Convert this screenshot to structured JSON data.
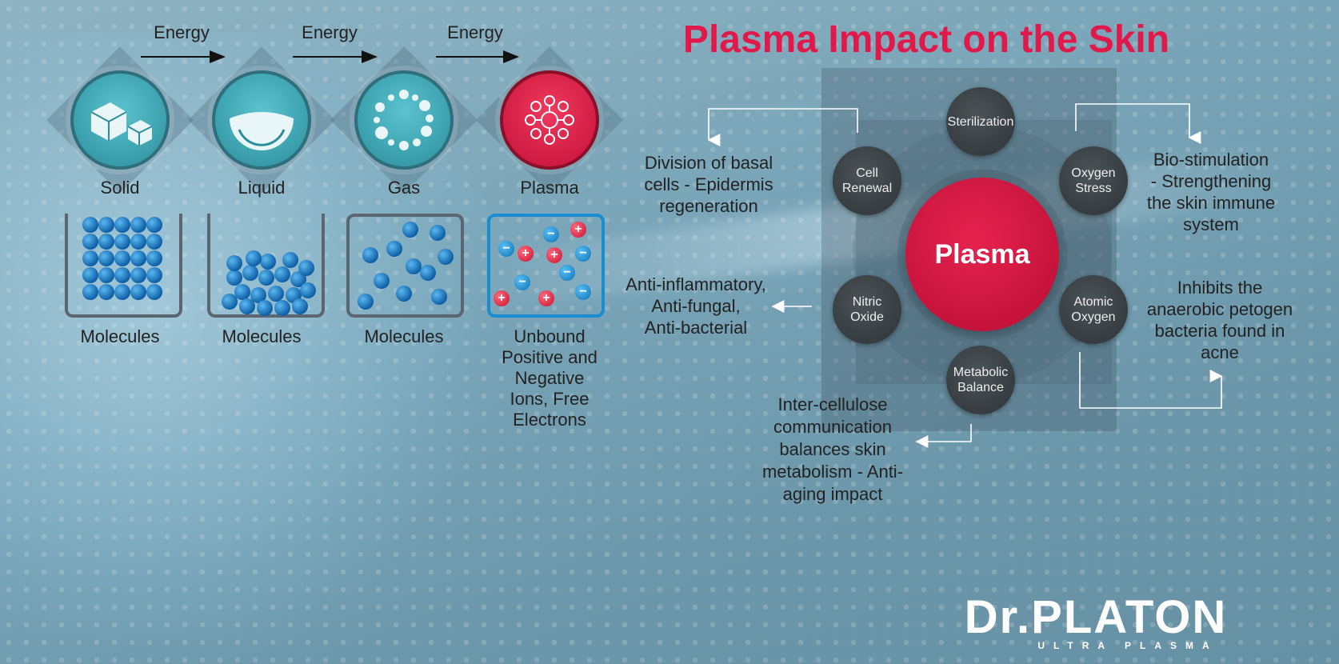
{
  "title": "Plasma Impact on the Skin",
  "energy_label": [
    "Energy",
    "Energy",
    "Energy"
  ],
  "states": [
    {
      "name": "Solid",
      "caption": "Molecules"
    },
    {
      "name": "Liquid",
      "caption": "Molecules"
    },
    {
      "name": "Gas",
      "caption": "Molecules"
    },
    {
      "name": "Plasma",
      "caption": [
        "Unbound",
        "Positive and",
        "Negative",
        "Ions, Free",
        "Electrons"
      ]
    }
  ],
  "ion_signs": {
    "positive": "+",
    "negative": "−"
  },
  "center": "Plasma",
  "nodes": [
    {
      "label": [
        "Sterilization"
      ]
    },
    {
      "label": [
        "Cell",
        "Renewal"
      ]
    },
    {
      "label": [
        "Oxygen",
        "Stress"
      ]
    },
    {
      "label": [
        "Nitric",
        "Oxide"
      ]
    },
    {
      "label": [
        "Atomic",
        "Oxygen"
      ]
    },
    {
      "label": [
        "Metabolic",
        "Balance"
      ]
    }
  ],
  "effects": {
    "cell_renewal": [
      "Division of basal",
      "cells - Epidermis",
      "regeneration"
    ],
    "oxygen_stress": [
      "Bio-stimulation",
      "- Strengthening",
      "the skin immune",
      "system"
    ],
    "nitric_oxide": [
      "Anti-inflammatory,",
      "Anti-fungal,",
      "Anti-bacterial"
    ],
    "atomic_oxygen": [
      "Inhibits the",
      "anaerobic petogen",
      "bacteria found in",
      "acne"
    ],
    "metabolic_balance": [
      "Inter-cellulose",
      "communication",
      "balances skin",
      "metabolism - Anti-",
      "aging impact"
    ]
  },
  "logo": {
    "name": "Dr.PLATON",
    "tagline": "ULTRA PLASMA"
  },
  "colors": {
    "accent": "#e0194a",
    "node": "#383f43"
  }
}
